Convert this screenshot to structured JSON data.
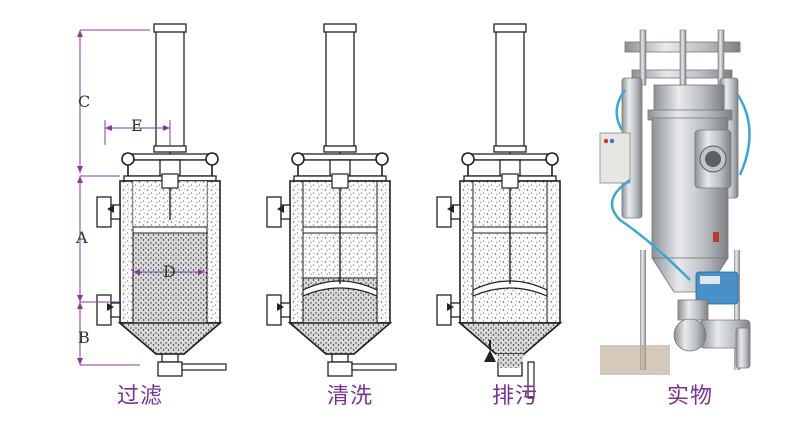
{
  "dimensions": {
    "A": "A",
    "B": "B",
    "C": "C",
    "D": "D",
    "E": "E"
  },
  "captions": {
    "filter": "过滤",
    "cleaning": "清洗",
    "discharge": "排污",
    "actual": "实物"
  },
  "colors": {
    "caption": "#7a2f9a",
    "dimension_line": "#8a3aa0",
    "outline": "#222222",
    "photo_steel": "#c9ccd1",
    "photo_bg": "#ffffff",
    "air_tube": "#3aa6d8"
  }
}
